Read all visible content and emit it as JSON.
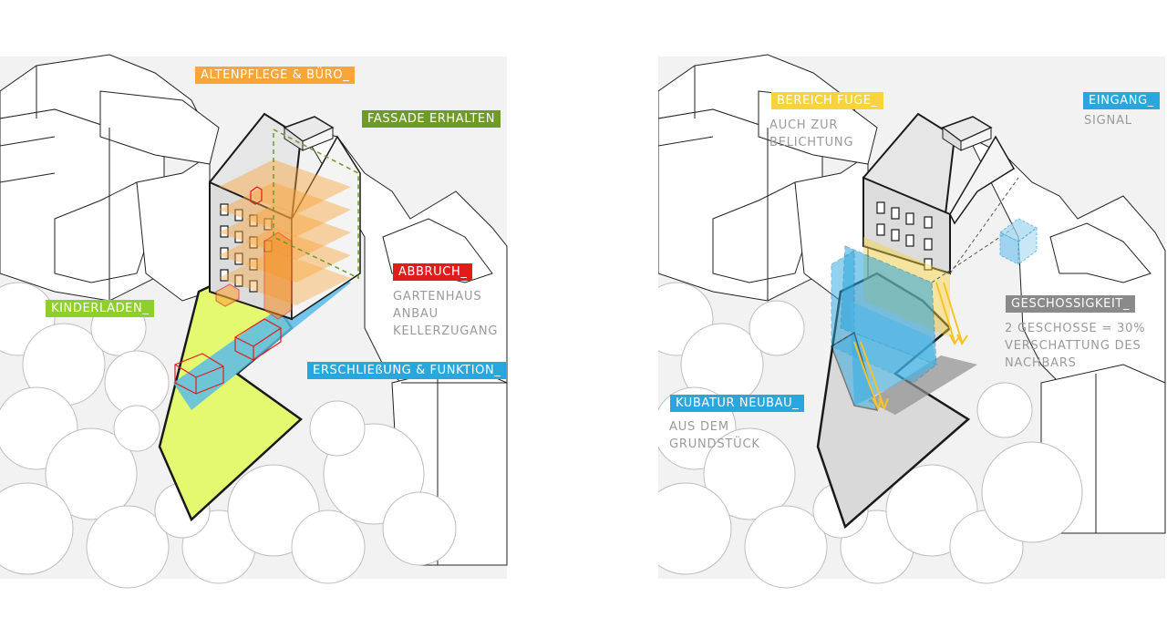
{
  "colors": {
    "orange": "#f9a53a",
    "green": "#6e9a28",
    "red": "#e21b1b",
    "lime": "#8fcf2a",
    "blue": "#2aa6df",
    "yellow": "#f9d33b",
    "grey": "#8a8a8a",
    "note_text": "#9a9a9a",
    "lime_fill": "#e4f970"
  },
  "left": {
    "labels": {
      "altenpflege": "ALTENPFLEGE & BÜRO_",
      "fassade": "FASSADE ERHALTEN",
      "abbruch": "ABBRUCH_",
      "kinderladen": "KINDERLADEN_",
      "erschliessung": "ERSCHLIEßUNG & FUNKTION_"
    },
    "abbruch_notes": [
      "GARTENHAUS",
      "ANBAU",
      "KELLERZUGANG"
    ]
  },
  "right": {
    "labels": {
      "bereich_fuge": "BEREICH FUGE_",
      "eingang": "EINGANG_",
      "geschossigkeit": "GESCHOSSIGKEIT_",
      "kubatur": "KUBATUR NEUBAU_"
    },
    "fuge_notes": [
      "AUCH ZUR",
      "BELICHTUNG"
    ],
    "eingang_notes": [
      "SIGNAL"
    ],
    "geschossigkeit_notes": [
      "2 GESCHOSSE = 30%",
      "VERSCHATTUNG DES",
      "NACHBARS"
    ],
    "kubatur_notes": [
      "AUS DEM",
      "GRUNDSTÜCK"
    ]
  }
}
